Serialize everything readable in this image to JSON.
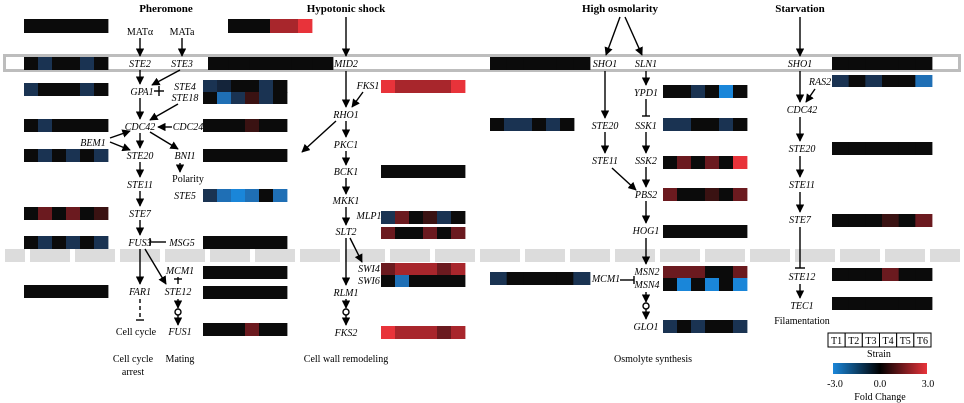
{
  "categories": {
    "pheromone": "Pheromone",
    "hypotonic": "Hypotonic shock",
    "osmolarity": "High osmolarity",
    "starvation": "Starvation"
  },
  "inputs": {
    "mat_alpha": "MATα",
    "mat_a": "MATa"
  },
  "genes": {
    "ste2": "STE2",
    "ste3": "STE3",
    "gpa1": "GPA1",
    "ste4": "STE4",
    "ste18": "STE18",
    "cdc42_a": "CDC42",
    "cdc24": "CDC24",
    "bem1": "BEM1",
    "ste20_a": "STE20",
    "bni1": "BNI1",
    "ste5": "STE5",
    "ste11_a": "STE11",
    "ste7_a": "STE7",
    "fus3": "FUS3",
    "msg5": "MSG5",
    "mcm1_a": "MCM1",
    "far1": "FAR1",
    "ste12_a": "STE12",
    "fus1": "FUS1",
    "mid2": "MID2",
    "fks1": "FKS1",
    "rho1": "RHO1",
    "pkc1": "PKC1",
    "bck1": "BCK1",
    "mkk1": "MKK1",
    "mlp1": "MLP1",
    "slt2": "SLT2",
    "swi4": "SWI4",
    "swi6": "SWI6",
    "rlm1": "RLM1",
    "fks2": "FKS2",
    "sho1_a": "SHO1",
    "sln1": "SLN1",
    "ypd1": "YPD1",
    "ste20_b": "STE20",
    "ssk1": "SSK1",
    "ste11_b": "STE11",
    "ssk2": "SSK2",
    "pbs2": "PBS2",
    "hog1": "HOG1",
    "mcm1_b": "MCM1",
    "msn2": "MSN2",
    "msn4": "MSN4",
    "glo1": "GLO1",
    "sho1_b": "SHO1",
    "ras2": "RAS2",
    "cdc42_b": "CDC42",
    "ste20_c": "STE20",
    "ste11_c": "STE11",
    "ste7_b": "STE7",
    "ste12_b": "STE12",
    "tec1": "TEC1"
  },
  "outcomes": {
    "polarity": "Polarity",
    "cell_cycle": "Cell cycle",
    "filamentation": "Filamentation",
    "arrest_line1": "Cell cycle",
    "arrest_line2": "arrest",
    "mating": "Mating",
    "cell_wall": "Cell wall remodeling",
    "osmolyte": "Osmolyte synthesis"
  },
  "legend": {
    "strains": [
      "T1",
      "T2",
      "T3",
      "T4",
      "T5",
      "T6"
    ],
    "strain_label": "Strain",
    "min_label": "-3.0",
    "mid_label": "0.0",
    "max_label": "3.0",
    "scale_title": "Fold Change",
    "colors": {
      "low": "#1a86d9",
      "mid": "#000000",
      "high": "#e8333a"
    }
  }
}
